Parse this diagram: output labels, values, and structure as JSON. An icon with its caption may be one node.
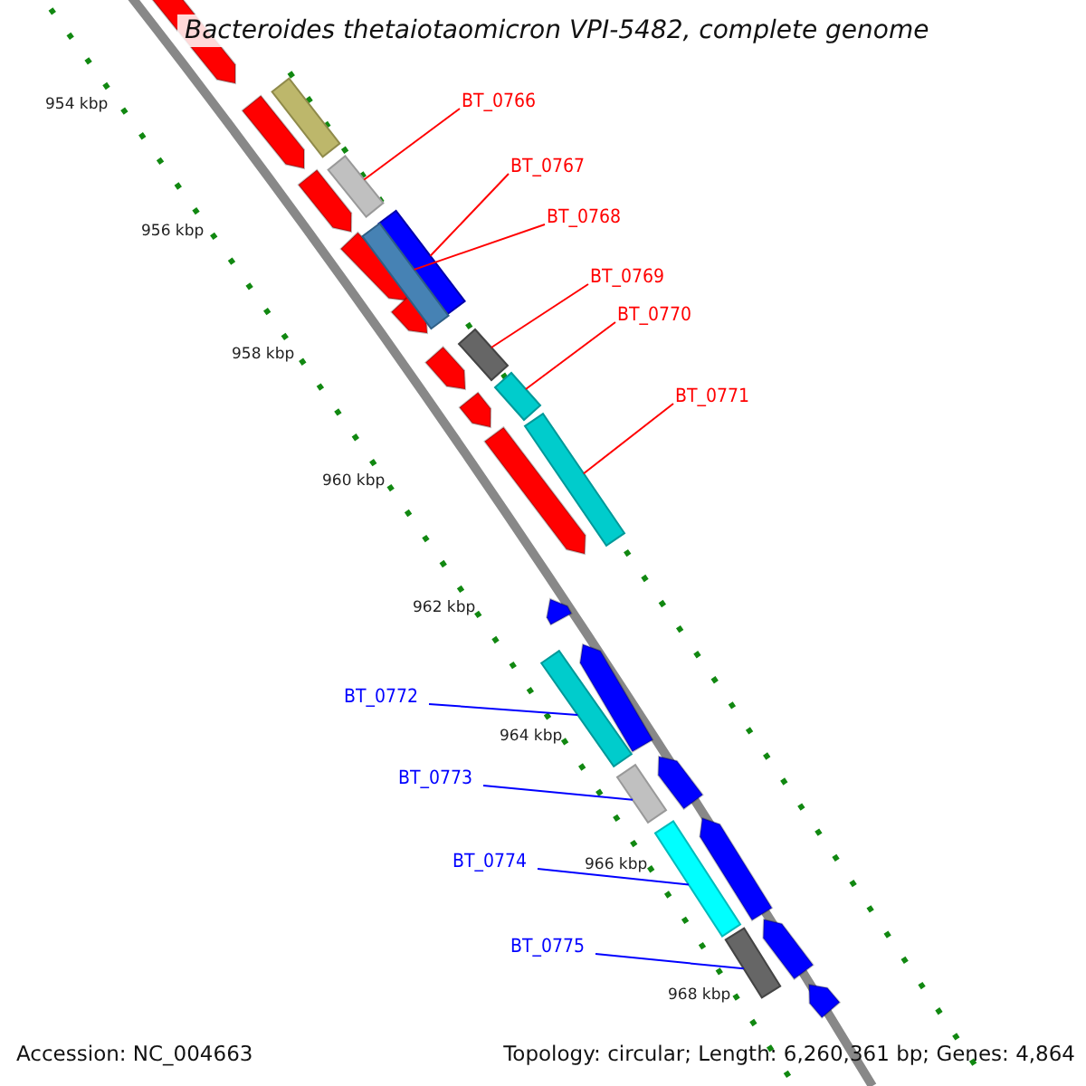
{
  "diagram": {
    "title": "Bacteroides thetaiotaomicron VPI-5482, complete genome",
    "nodes": [
      {
        "text": [
          "BT_0766"
        ]
      },
      {
        "text": [
          "BT_0767"
        ]
      },
      {
        "text": [
          "BT_0768"
        ]
      },
      {
        "text": [
          "BT_0769"
        ]
      },
      {
        "text": [
          "BT_0770"
        ]
      },
      {
        "text": [
          "BT_0771"
        ]
      },
      {
        "text": [
          "BT_0772"
        ]
      },
      {
        "text": [
          "BT_0773"
        ]
      },
      {
        "text": [
          "BT_0774"
        ]
      },
      {
        "text": [
          "BT_0775"
        ]
      },
      {
        "text": [],
        "shape": "bar"
      },
      {
        "text": [],
        "shape": "bar"
      },
      {
        "text": [],
        "shape": "bar"
      },
      {
        "text": [],
        "shape": "bar"
      },
      {
        "text": [],
        "shape": "bar"
      },
      {
        "text": [],
        "shape": "bar"
      },
      {
        "text": [],
        "shape": "bar"
      },
      {
        "text": [],
        "shape": "bar"
      },
      {
        "text": [],
        "shape": "bar"
      },
      {
        "text": [],
        "shape": "bar"
      }
    ],
    "edges": [
      {
        "from": 0,
        "to": 10,
        "arrow": "none",
        "color": "#ff0000"
      },
      {
        "from": 1,
        "to": 11,
        "arrow": "none",
        "color": "#ff0000"
      },
      {
        "from": 2,
        "to": 12,
        "arrow": "none",
        "color": "#ff0000"
      },
      {
        "from": 3,
        "to": 13,
        "arrow": "none",
        "color": "#ff0000"
      },
      {
        "from": 4,
        "to": 14,
        "arrow": "none",
        "color": "#ff0000"
      },
      {
        "from": 5,
        "to": 15,
        "arrow": "none",
        "color": "#ff0000"
      },
      {
        "from": 6,
        "to": 16,
        "arrow": "none",
        "color": "#0000ff"
      },
      {
        "from": 7,
        "to": 17,
        "arrow": "none",
        "color": "#0000ff"
      },
      {
        "from": 8,
        "to": 18,
        "arrow": "none",
        "color": "#0000ff"
      },
      {
        "from": 9,
        "to": 19,
        "arrow": "none",
        "color": "#0000ff"
      }
    ],
    "labels": [
      "954 kbp",
      "956 kbp",
      "958 kbp",
      "960 kbp",
      "962 kbp",
      "964 kbp",
      "966 kbp",
      "968 kbp",
      "Accession: NC_004663",
      "Topology: circular; Length: 6,260,361 bp; Genes: 4,864"
    ]
  }
}
